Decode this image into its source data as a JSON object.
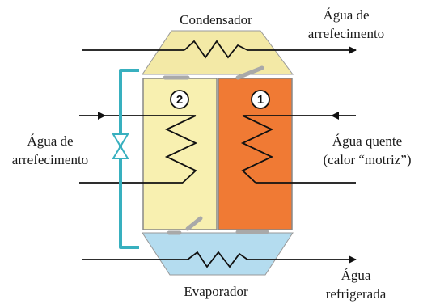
{
  "labels": {
    "condenser": "Condensador",
    "evaporator": "Evaporador",
    "cooling_water_top_line1": "Água de",
    "cooling_water_top_line2": "arrefecimento",
    "cooling_water_left_line1": "Água de",
    "cooling_water_left_line2": "arrefecimento",
    "hot_water_line1": "Água quente",
    "hot_water_line2": "(calor “motriz”)",
    "chilled_water_line1": "Água",
    "chilled_water_line2": "refrigerada"
  },
  "chambers": [
    {
      "number": "2",
      "color": "#f8f0b0"
    },
    {
      "number": "1",
      "color": "#f07a34"
    }
  ],
  "colors": {
    "condenser_fill": "#f3e9a6",
    "evaporator_fill": "#b4dcef",
    "pipe": "#38b0bf",
    "line": "#111111",
    "valve_flap": "#a9a9a9"
  },
  "icons": [
    "valve-icon",
    "arrow-icon",
    "coil-icon"
  ]
}
